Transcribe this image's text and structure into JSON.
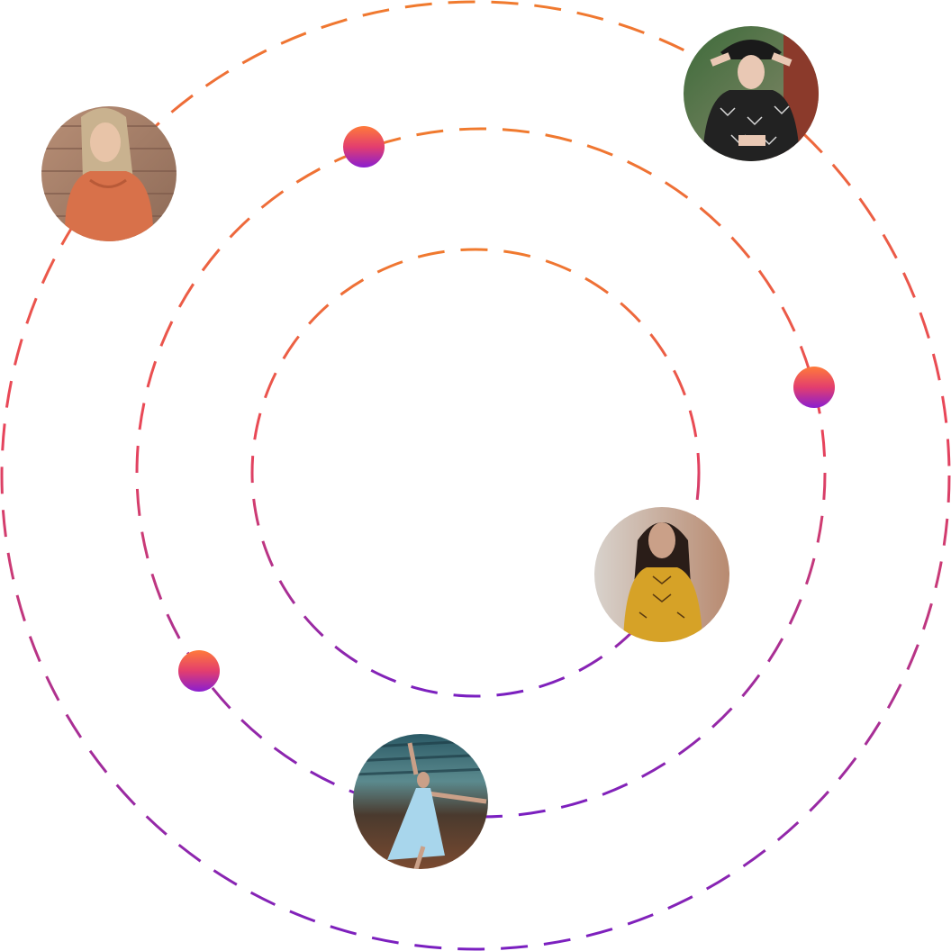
{
  "colors": {
    "orbit_gradient_top": "#f07a2e",
    "orbit_gradient_mid": "#e8445a",
    "orbit_gradient_bottom": "#7a1fc0",
    "dot_gradient_top": "#ff7a3a",
    "dot_gradient_bottom": "#8a1ed0",
    "background": "#ffffff"
  },
  "orbits": [
    {
      "name": "outer-orbit"
    },
    {
      "name": "middle-orbit"
    },
    {
      "name": "inner-orbit"
    }
  ],
  "avatars": [
    {
      "name": "avatar-orange-top",
      "description_icon": "person-photo"
    },
    {
      "name": "avatar-black-hat",
      "description_icon": "person-photo"
    },
    {
      "name": "avatar-yellow-top",
      "description_icon": "person-photo"
    },
    {
      "name": "avatar-dancer-blue",
      "description_icon": "person-photo"
    }
  ],
  "dots": [
    {
      "name": "orbit-dot-top-left"
    },
    {
      "name": "orbit-dot-right"
    },
    {
      "name": "orbit-dot-bottom-left"
    }
  ]
}
